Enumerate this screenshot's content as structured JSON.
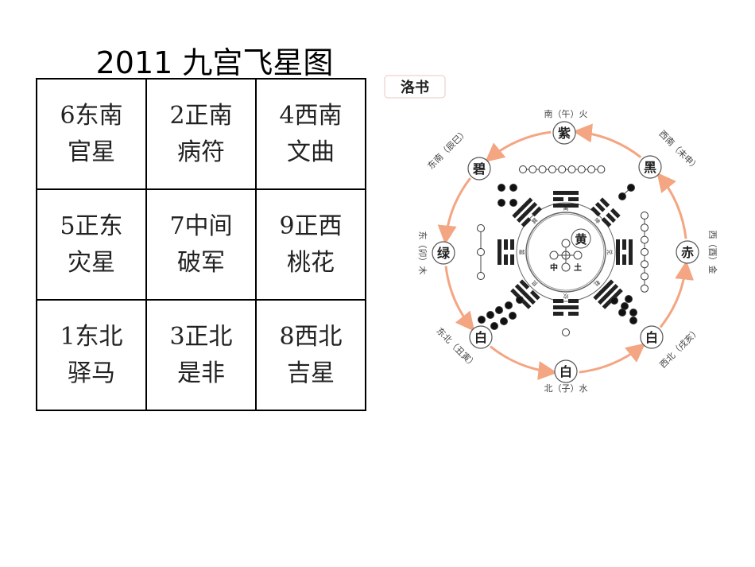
{
  "title": "2011 九宫飞星图",
  "grid": {
    "rows": [
      [
        {
          "line1": "6东南",
          "line2": "官星"
        },
        {
          "line1": "2正南",
          "line2": "病符"
        },
        {
          "line1": "4西南",
          "line2": "文曲"
        }
      ],
      [
        {
          "line1": "5正东",
          "line2": "灾星"
        },
        {
          "line1": "7中间",
          "line2": "破军"
        },
        {
          "line1": "9正西",
          "line2": "桃花"
        }
      ],
      [
        {
          "line1": "1东北",
          "line2": "驿马"
        },
        {
          "line1": "3正北",
          "line2": "是非"
        },
        {
          "line1": "8西北",
          "line2": "吉星"
        }
      ]
    ]
  },
  "diagram": {
    "label": "洛书",
    "stars": {
      "s": "紫",
      "sw": "黑",
      "w": "赤",
      "nw": "白",
      "n": "白",
      "ne": "白",
      "e": "绿",
      "se": "碧",
      "center": "黄"
    },
    "directions": {
      "s": "南（午）火",
      "sw": "西南（未申）",
      "w": "西（酉）金",
      "nw": "西北（戌亥）",
      "n": "北（子）水",
      "ne": "东北（丑寅）",
      "e": "东（卯）木",
      "se": "东南（辰巳）"
    },
    "ring": {
      "s": "离",
      "sw": "坤",
      "w": "兑",
      "nw": "乾",
      "n": "坎",
      "ne": "艮",
      "e": "震",
      "se": "巽"
    },
    "center_labels": {
      "left": "中",
      "right": "土"
    },
    "colors": {
      "arrow": "#f4a582",
      "line": "#222"
    }
  }
}
